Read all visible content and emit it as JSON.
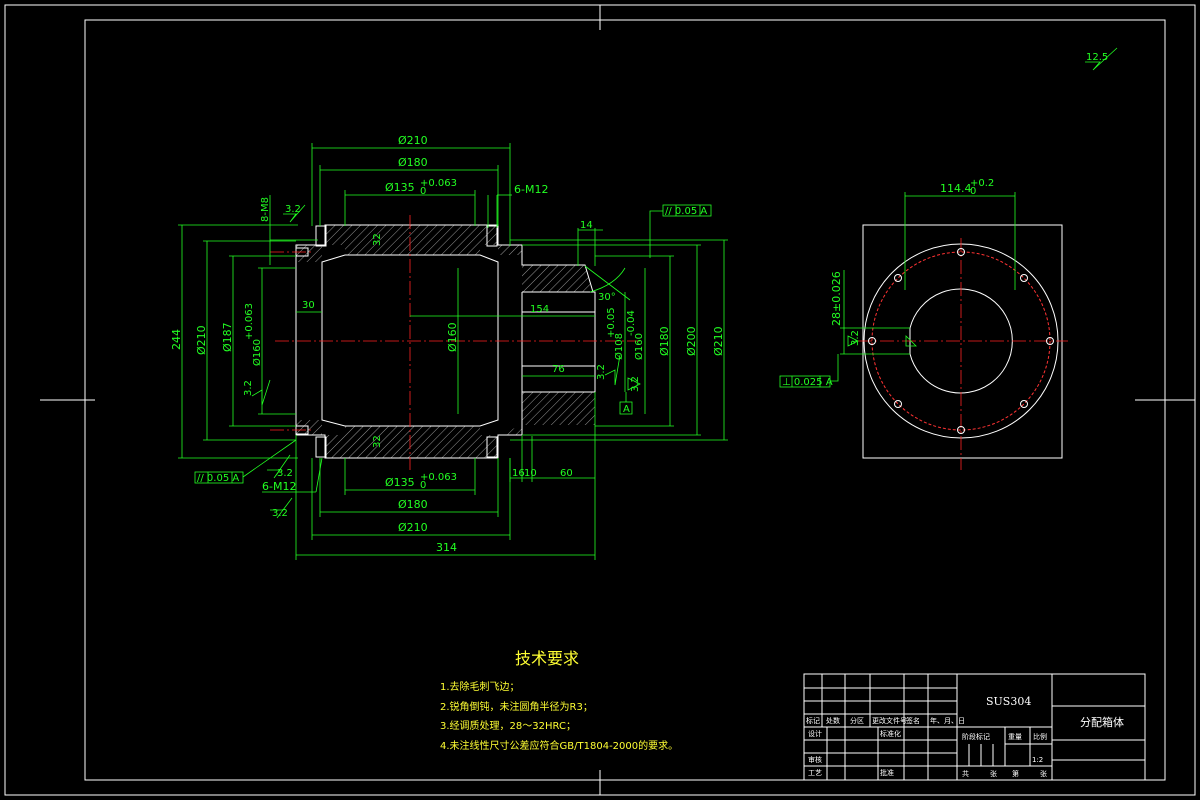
{
  "drawing": {
    "colors": {
      "outline": "#ffffff",
      "dimension": "#22ff22",
      "centerline": "#ff2222",
      "notes": "#ffff33"
    },
    "surface_finish_general": "12.5",
    "dimensions": {
      "d210_top": "Ø210",
      "d180_top": "Ø180",
      "d135_top": "Ø135",
      "tol135": "+0.063",
      "tol0": "0",
      "m12_top": "6-M12",
      "m8": "8-M8",
      "ra_left_top": "3.2",
      "len14": "14",
      "geo_top": "// 0.05 A",
      "len32_top": "32",
      "len30": "30",
      "len154": "154",
      "ang30": "30°",
      "len76": "76",
      "len244": "244",
      "d210_left": "Ø210",
      "d187": "Ø187",
      "d160_left": "Ø160",
      "tol160_left": "+0.063",
      "ra_left_mid": "3.2",
      "d160_center": "Ø160",
      "d108": "Ø108",
      "tol108": "+0.05",
      "d160_right": "Ø160",
      "tol160_right": "-0.04",
      "d180_right": "Ø180",
      "d200": "Ø200",
      "d210_right": "Ø210",
      "ra_right": "3.2",
      "ra_right2": "3.2",
      "datum_a": "A",
      "len32_bot": "32",
      "geo_bot": "// 0.05 A",
      "ra_left_bot": "3.2",
      "m12_bot": "6-M12",
      "d135_bot": "Ø135",
      "tol135b": "+0.063",
      "len16": "16",
      "len10": "10",
      "len60": "60",
      "ra_bot": "3.2",
      "d180_bot": "Ø180",
      "d210_bot": "Ø210",
      "len314": "314",
      "d114": "114.4",
      "tol114": "+0.2",
      "tol114b": "0",
      "keyway": "28±0.026",
      "ra_side": "3.2",
      "geo_side": "⊥ 0.025 A"
    },
    "tech_requirements": {
      "title": "技术要求",
      "items": [
        "1.去除毛刺飞边；",
        "2.锐角倒钝，未注圆角半径为R3；",
        "3.经调质处理，28～32HRC；",
        "4.未注线性尺寸公差应符合GB/T1804-2000的要求。"
      ]
    },
    "title_block": {
      "material": "SUS304",
      "part_name": "分配箱体",
      "scale_value": "1:2",
      "labels": {
        "mark": "标记",
        "count": "处数",
        "zone": "分区",
        "doc_no": "更改文件号",
        "signature": "签名",
        "date": "年、月、日",
        "design": "设计",
        "standardize": "标准化",
        "stage_mark": "阶段标记",
        "weight": "重量",
        "scale": "比例",
        "review": "审核",
        "process": "工艺",
        "approve": "批准",
        "total": "共",
        "sheet": "张",
        "page": "第",
        "page_end": "张"
      }
    }
  }
}
